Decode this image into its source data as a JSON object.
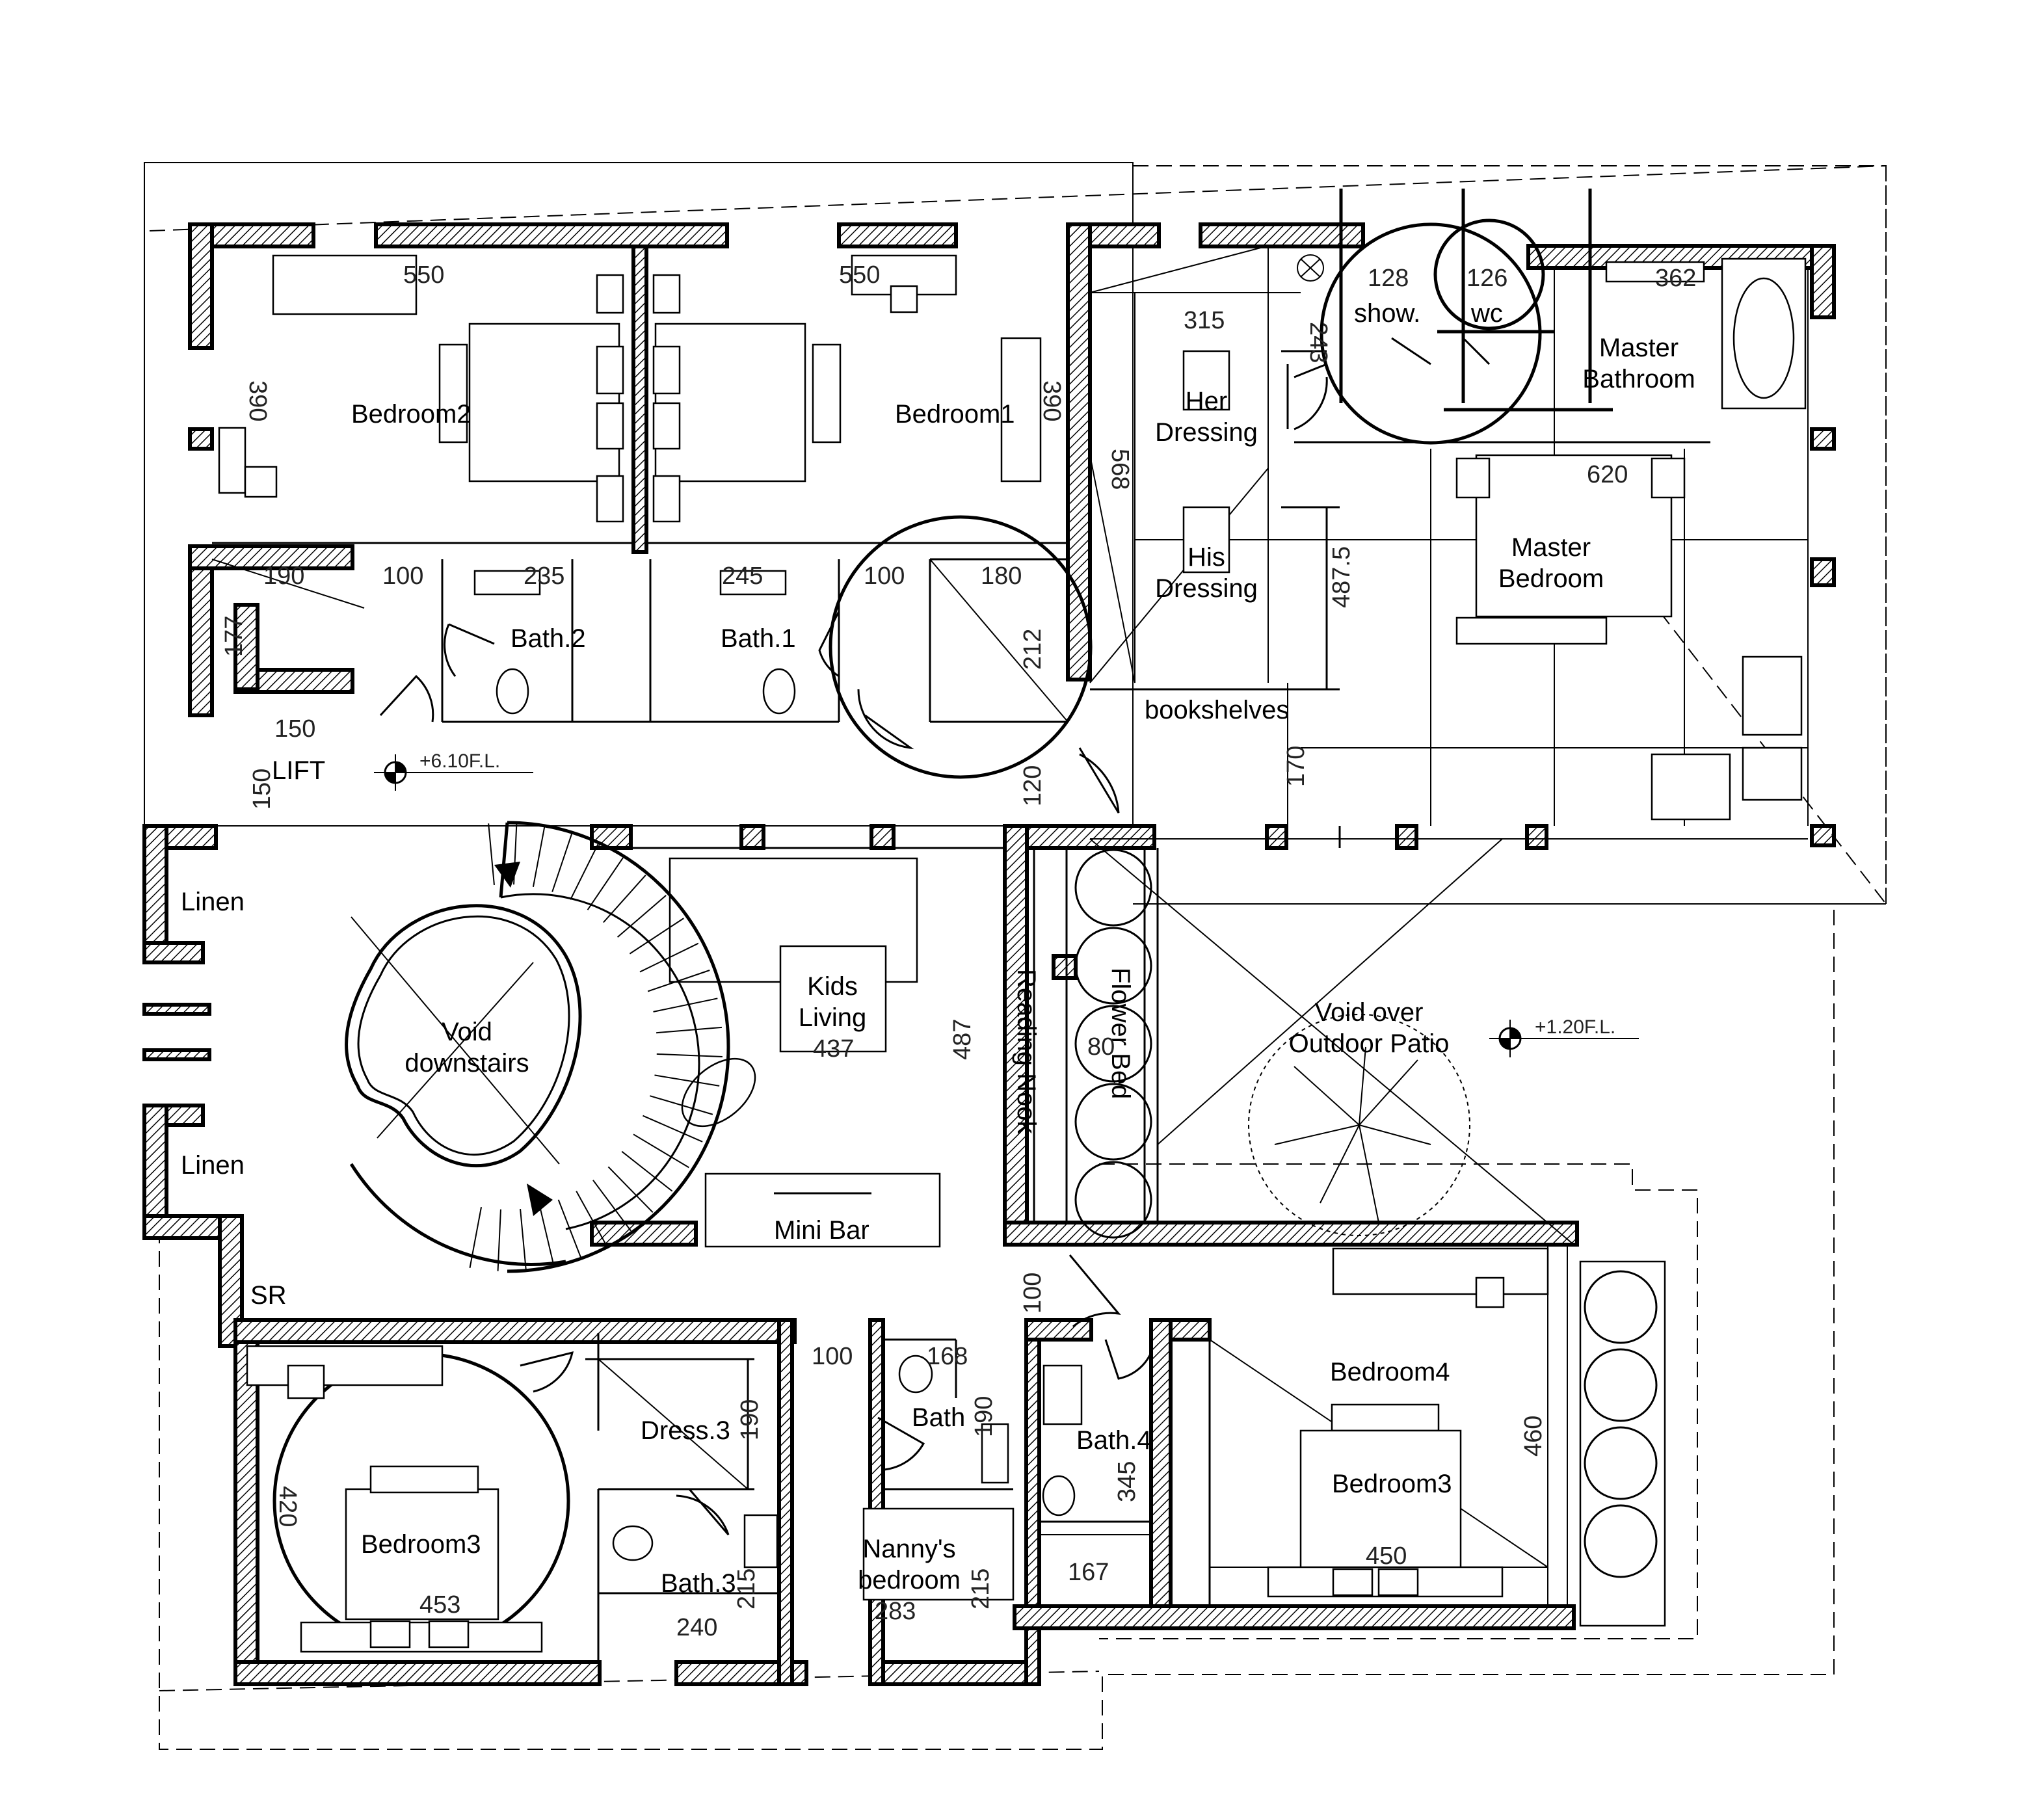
{
  "rooms": {
    "bedroom2": "Bedroom2",
    "bedroom1": "Bedroom1",
    "her_dressing": [
      "Her",
      "Dressing"
    ],
    "his_dressing": [
      "His",
      "Dressing"
    ],
    "shower": "show.",
    "wc": "wc",
    "master_bathroom": [
      "Master",
      "Bathroom"
    ],
    "master_bedroom": [
      "Master",
      "Bedroom"
    ],
    "bookshelves": "bookshelves",
    "bath2": "Bath.2",
    "bath1": "Bath.1",
    "lift": "LIFT",
    "linen_top": "Linen",
    "linen_bottom": "Linen",
    "void_downstairs": [
      "Void",
      "downstairs"
    ],
    "kids_living": [
      "Kids",
      "Living"
    ],
    "reading_nook": "Reading Nook",
    "flower_bed": "Flower Bed",
    "void_patio": [
      "Void over",
      "Outdoor Patio"
    ],
    "mini_bar": "Mini Bar",
    "sr": "SR",
    "dress3": "Dress.3",
    "bath": "Bath",
    "bath4": "Bath.4",
    "bedroom4": "Bedroom4",
    "bedroom3_left": "Bedroom3",
    "bedroom3_right": "Bedroom3",
    "bath3": "Bath.3",
    "nannys_bedroom": [
      "Nanny's",
      "bedroom"
    ]
  },
  "levels": {
    "upper": "+6.10F.L.",
    "patio": "+1.20F.L."
  },
  "dimensions": {
    "bed2_width": "550",
    "bed1_width": "550",
    "bed2_depth": "390",
    "bed1_depth": "390",
    "her_dressing_width": "315",
    "dressing_depth": "568",
    "shower_w": "128",
    "wc_w": "126",
    "mb_bath_w": "362",
    "shower_d": "243",
    "master_bed_w": "620",
    "master_bed_d": "487.5",
    "bookshelf_d": "170",
    "corr_190": "190",
    "corr_100a": "100",
    "bath2_w": "235",
    "bath1_w": "245",
    "corr_100b": "100",
    "corr_180": "180",
    "corr_177": "177",
    "corr_212": "212",
    "lift_w": "150",
    "lift_d": "150",
    "stair_120": "120",
    "kids_437": "437",
    "kids_487": "487",
    "nook_80": "80",
    "hall_100": "100",
    "corr_100c": "100",
    "bath_168": "168",
    "dress_190": "190",
    "bath_190": "190",
    "bed3_depth": "420",
    "bed3_width": "453",
    "bath3_215": "215",
    "bath3_240": "240",
    "nanny_215": "215",
    "nanny_283": "283",
    "bath4_345": "345",
    "bath4_167": "167",
    "bed4_460": "460",
    "bed4_450": "450"
  }
}
